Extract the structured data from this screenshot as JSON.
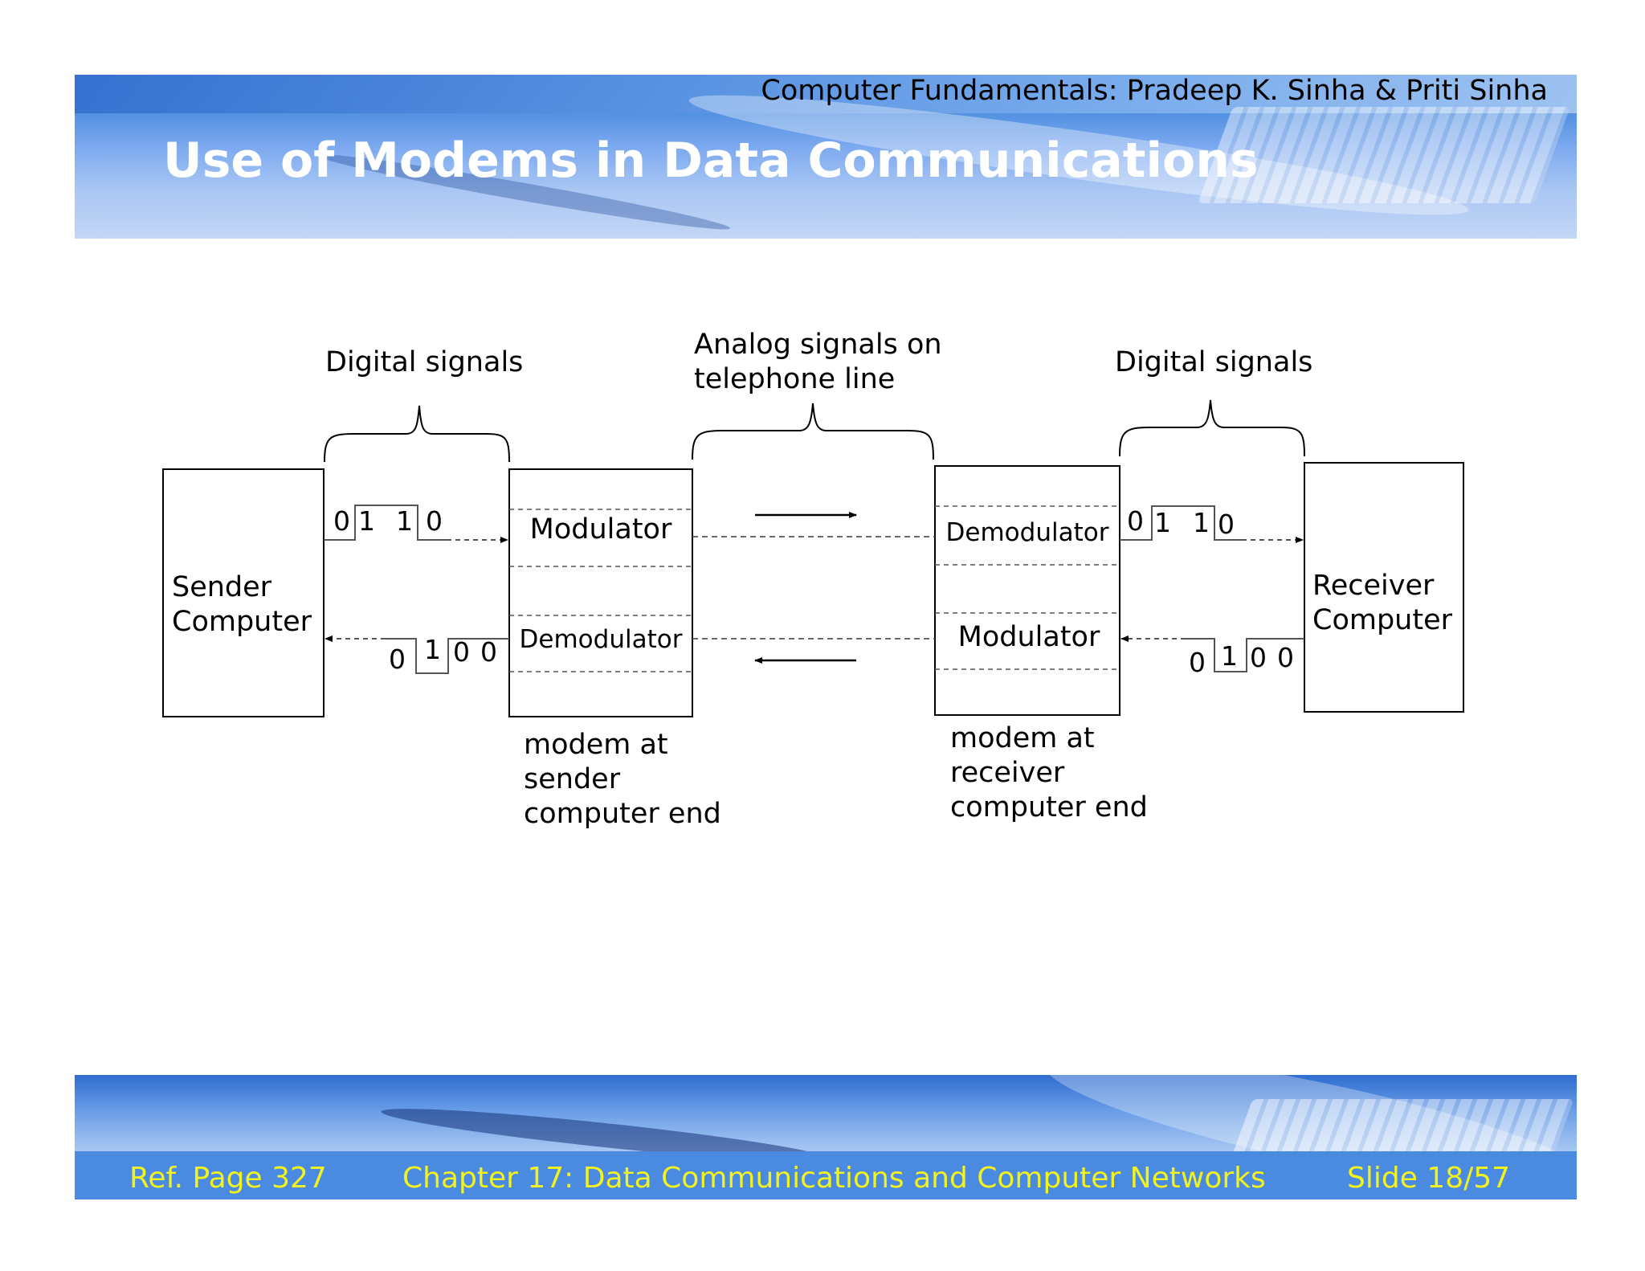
{
  "header": {
    "subtitle": "Computer Fundamentals: Pradeep K. Sinha & Priti Sinha",
    "title": "Use of Modems in Data Communications"
  },
  "diagram": {
    "brace_left_label": "Digital signals",
    "brace_middle_label_line1": "Analog signals on",
    "brace_middle_label_line2": "telephone line",
    "brace_right_label": "Digital signals",
    "sender_line1": "Sender",
    "sender_line2": "Computer",
    "receiver_line1": "Receiver",
    "receiver_line2": "Computer",
    "sender_modem_top": "Modulator",
    "sender_modem_bottom": "Demodulator",
    "receiver_modem_top": "Demodulator",
    "receiver_modem_bottom": "Modulator",
    "sender_modem_caption": [
      "modem at",
      "sender",
      "computer end"
    ],
    "receiver_modem_caption": [
      "modem at",
      "receiver",
      "computer end"
    ],
    "bits_upper": [
      "0",
      "1",
      "1",
      "0"
    ],
    "bits_lower": [
      "0",
      "1",
      "0",
      "0"
    ]
  },
  "footer": {
    "ref": "Ref. Page 327",
    "chapter": "Chapter 17: Data Communications and Computer Networks",
    "slide": "Slide 18/57"
  }
}
